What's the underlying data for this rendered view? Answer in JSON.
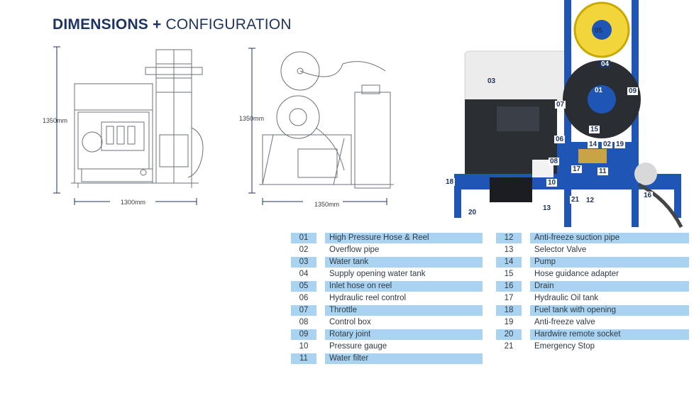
{
  "heading": {
    "bold": "DIMENSIONS",
    "plus": "+",
    "light": "CONFIGURATION"
  },
  "front_view": {
    "height_label": "1350mm",
    "width_label": "1300mm"
  },
  "side_view": {
    "height_label": "1350mm",
    "width_label": "1350mm"
  },
  "photo_callouts": [
    "05",
    "04",
    "03",
    "01",
    "09",
    "07",
    "06",
    "15",
    "14",
    "02",
    "19",
    "08",
    "17",
    "11",
    "10",
    "18",
    "21",
    "12",
    "13",
    "20",
    "16"
  ],
  "legend_left": [
    {
      "num": "01",
      "label": "High Pressure Hose & Reel"
    },
    {
      "num": "02",
      "label": "Overflow pipe"
    },
    {
      "num": "03",
      "label": "Water tank"
    },
    {
      "num": "04",
      "label": "Supply opening water tank"
    },
    {
      "num": "05",
      "label": "Inlet hose on reel"
    },
    {
      "num": "06",
      "label": "Hydraulic reel control"
    },
    {
      "num": "07",
      "label": "Throttle"
    },
    {
      "num": "08",
      "label": "Control box"
    },
    {
      "num": "09",
      "label": "Rotary joint"
    },
    {
      "num": "10",
      "label": "Pressure gauge"
    },
    {
      "num": "11",
      "label": "Water filter"
    }
  ],
  "legend_right": [
    {
      "num": "12",
      "label": "Anti-freeze suction pipe"
    },
    {
      "num": "13",
      "label": "Selector Valve"
    },
    {
      "num": "14",
      "label": "Pump"
    },
    {
      "num": "15",
      "label": "Hose guidance adapter"
    },
    {
      "num": "16",
      "label": "Drain"
    },
    {
      "num": "17",
      "label": "Hydraulic Oil tank"
    },
    {
      "num": "18",
      "label": "Fuel tank with opening"
    },
    {
      "num": "19",
      "label": "Anti-freeze valve"
    },
    {
      "num": "20",
      "label": "Hardwire remote socket"
    },
    {
      "num": "21",
      "label": "Emergency Stop"
    }
  ]
}
